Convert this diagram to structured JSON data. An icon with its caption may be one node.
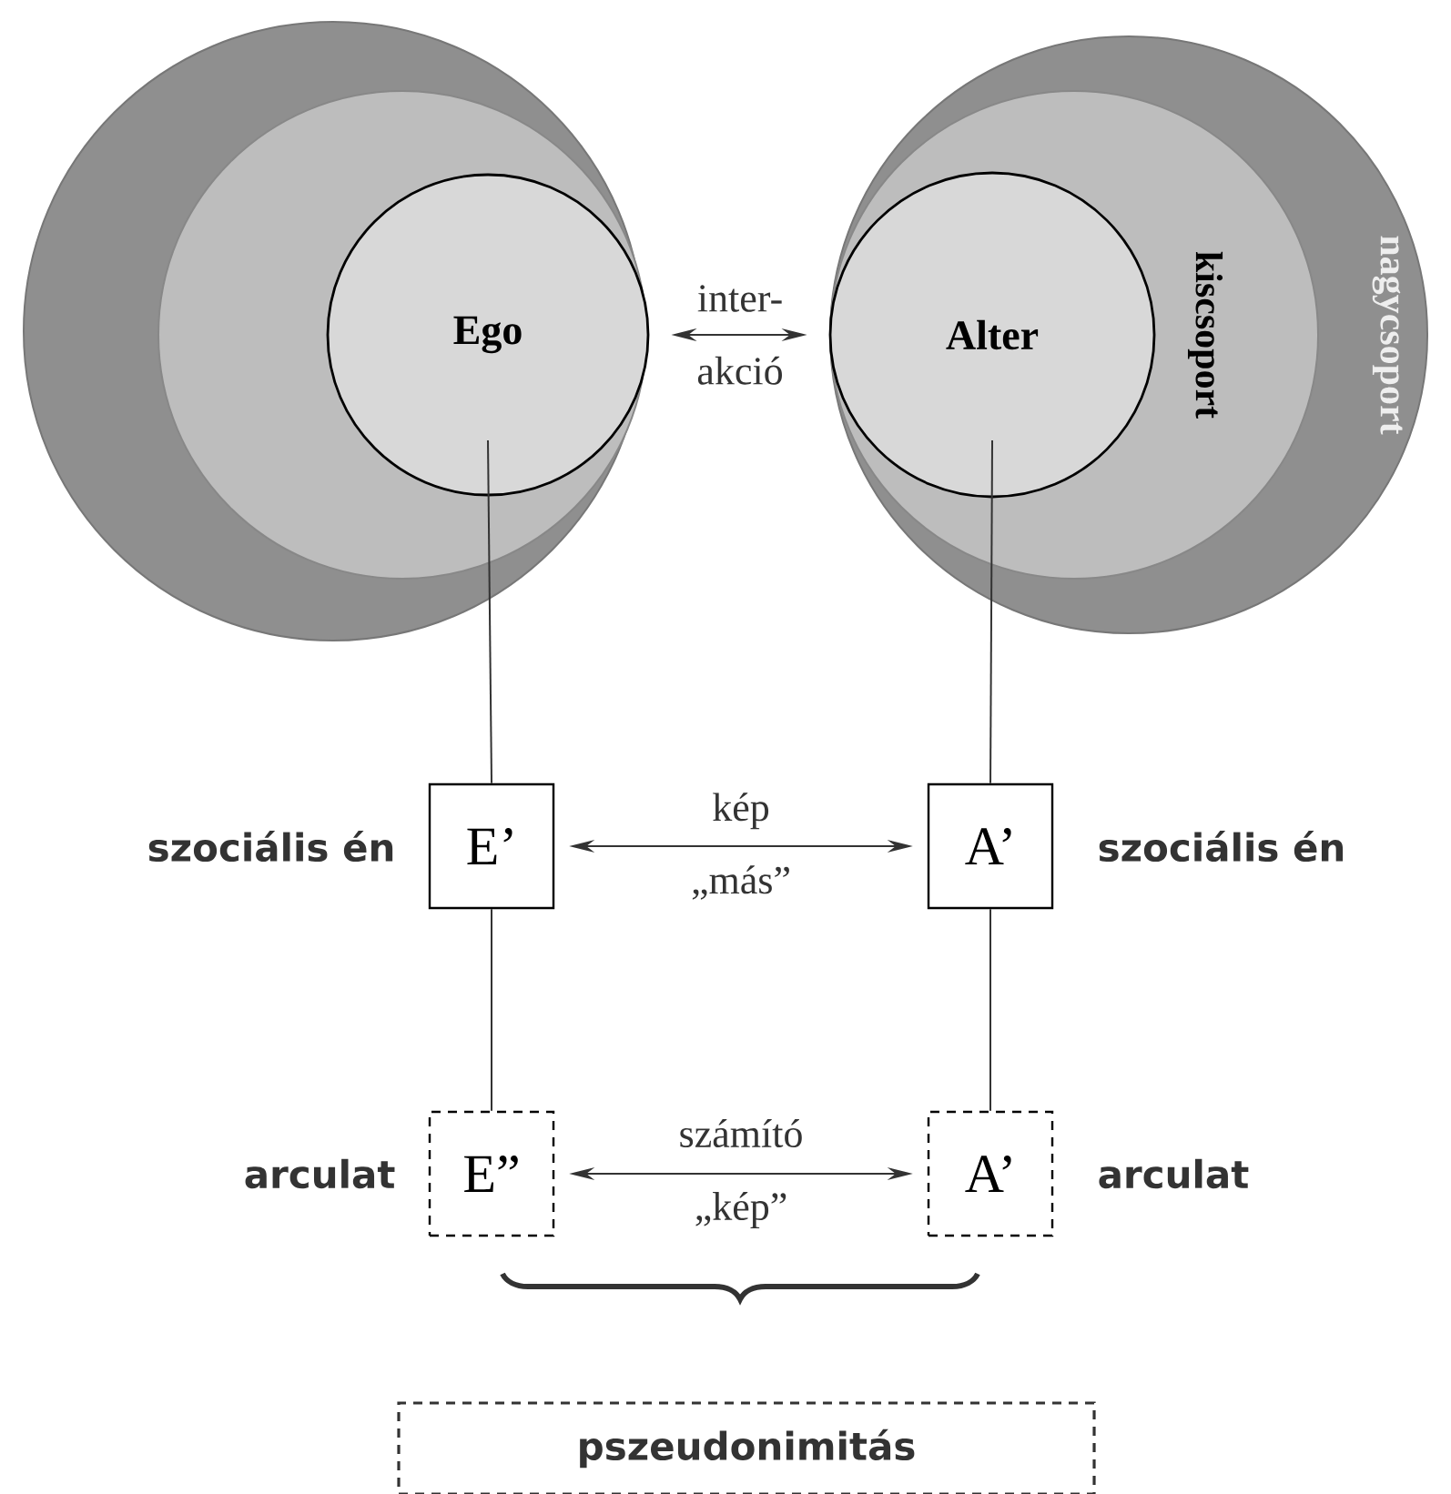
{
  "diagram": {
    "nodes": [
      {
        "text": [],
        "shape": "circle"
      },
      {
        "text": [],
        "shape": "circle",
        "in": 0
      },
      {
        "text": [
          "Ego"
        ],
        "in": 1
      },
      {
        "text": [
          "nagycsoport"
        ]
      },
      {
        "text": [
          "kiscsoport"
        ],
        "in": 3
      },
      {
        "text": [
          "Alter"
        ],
        "in": 4
      },
      {
        "text": [
          "E’"
        ],
        "beside": [
          "szociális én"
        ]
      },
      {
        "text": [
          "A’"
        ],
        "beside": [
          "szociális én"
        ]
      },
      {
        "text": [
          "E”"
        ],
        "beside": [
          "arculat"
        ]
      },
      {
        "text": [
          "A’"
        ],
        "beside": [
          "arculat"
        ]
      },
      {
        "text": [
          "pszeudonimitás"
        ]
      }
    ],
    "edges": [
      {
        "from": 2,
        "to": 5,
        "arrow": "both",
        "label": "inter- akció"
      },
      {
        "from": 2,
        "to": 6,
        "arrow": "none"
      },
      {
        "from": 5,
        "to": 7,
        "arrow": "none"
      },
      {
        "from": 6,
        "to": 7,
        "arrow": "both",
        "label": "kép „más”"
      },
      {
        "from": 6,
        "to": 8,
        "arrow": "none"
      },
      {
        "from": 7,
        "to": 9,
        "arrow": "none"
      },
      {
        "from": 8,
        "to": 9,
        "arrow": "both",
        "label": "számító „kép”"
      }
    ]
  }
}
